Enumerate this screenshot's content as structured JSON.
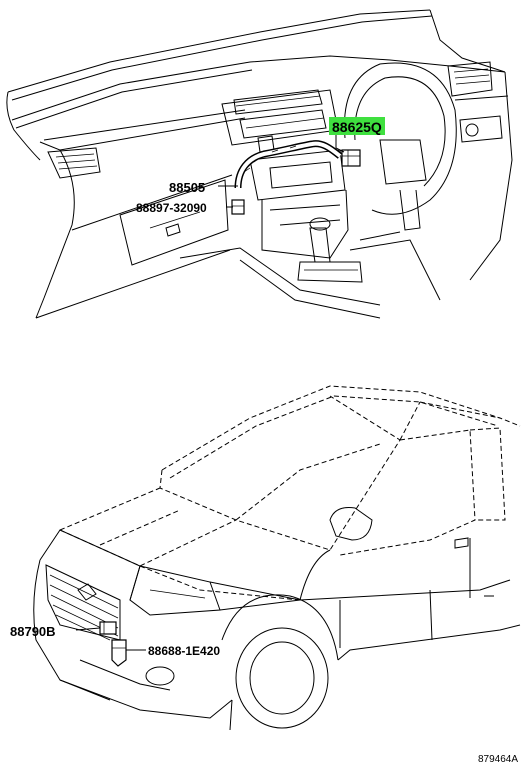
{
  "callouts": {
    "top": [
      {
        "id": "88625Q",
        "text": "88625Q",
        "highlight": true
      },
      {
        "id": "88505",
        "text": "88505",
        "highlight": false
      },
      {
        "id": "88897-32090",
        "text": "88897-32090",
        "highlight": false
      }
    ],
    "bottom": [
      {
        "id": "88790B",
        "text": "88790B",
        "highlight": false
      },
      {
        "id": "88688-1E420",
        "text": "88688-1E420",
        "highlight": false
      }
    ]
  },
  "diagram_id": "879464A",
  "colors": {
    "highlight": "#3fe03f",
    "ink": "#000000",
    "paper": "#ffffff"
  }
}
